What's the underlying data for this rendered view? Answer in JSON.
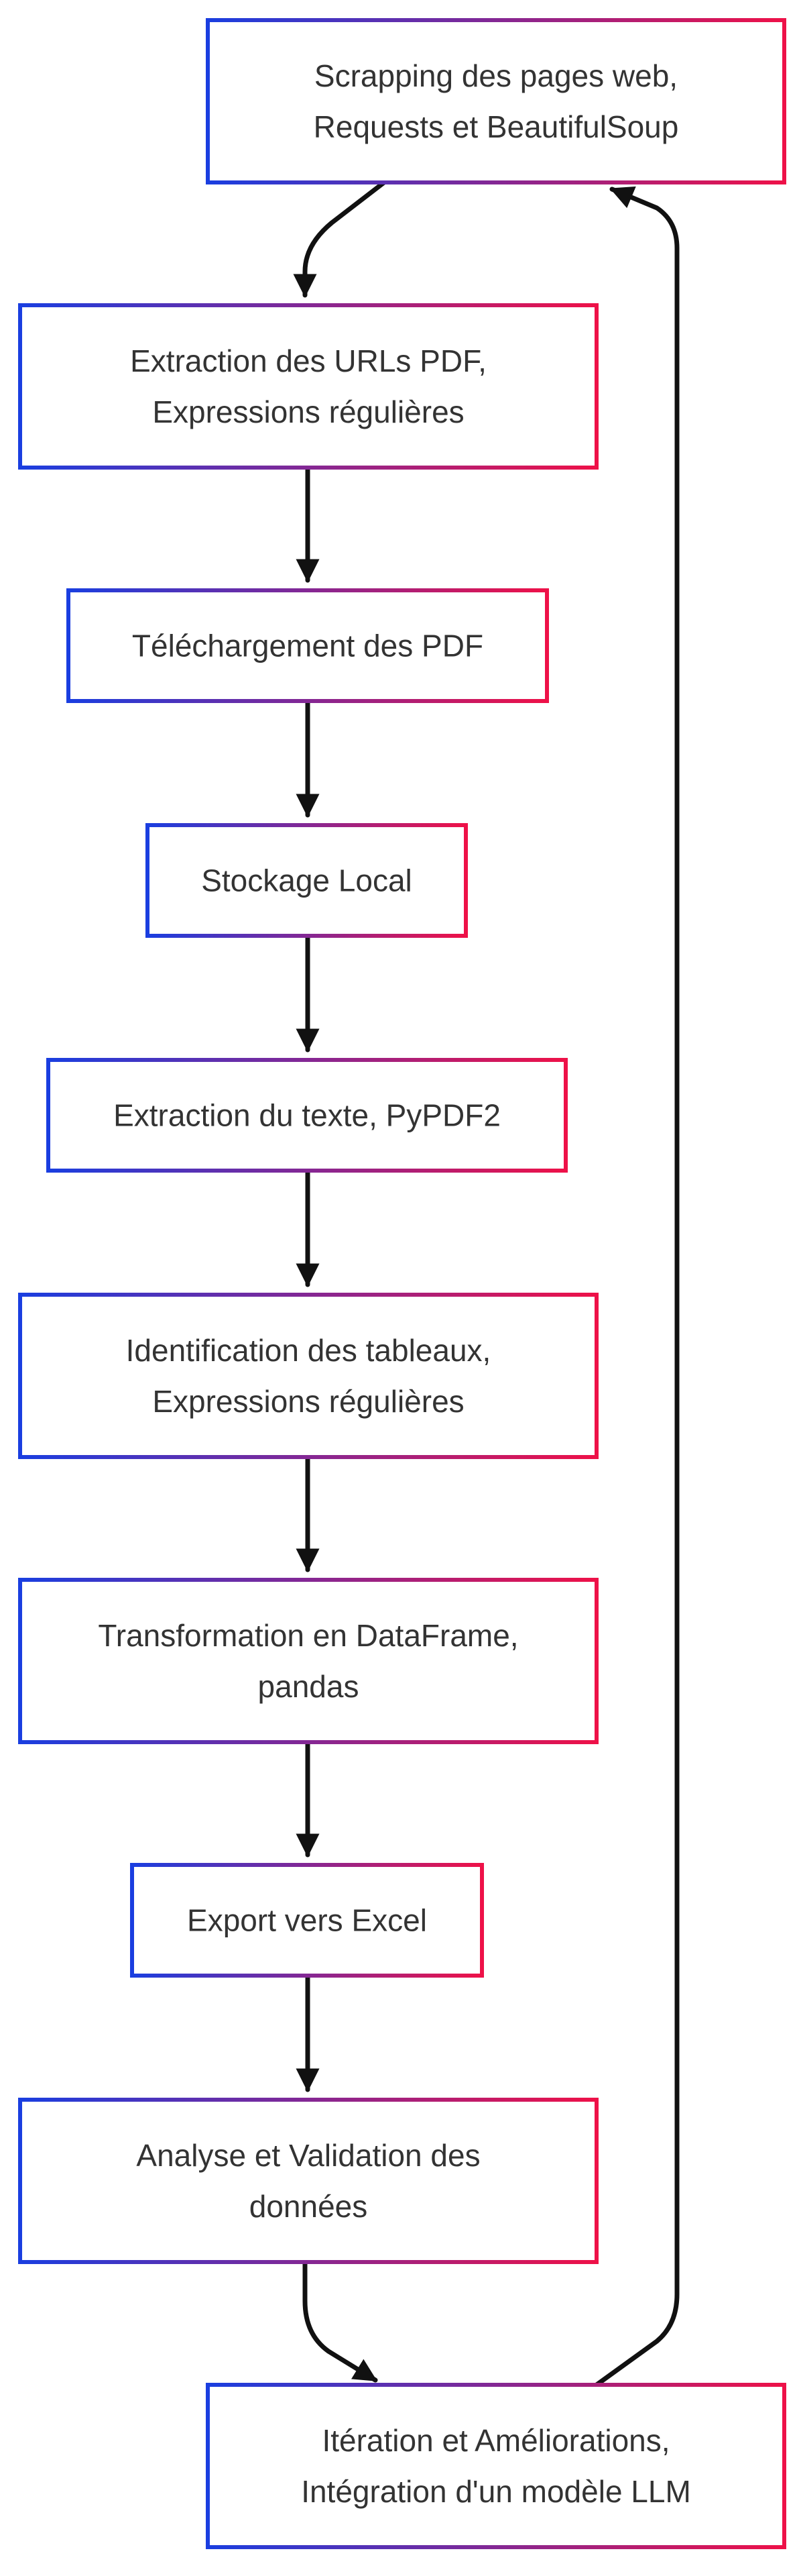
{
  "flowchart": {
    "nodes": [
      {
        "id": "n1",
        "lines": [
          "Scrapping des pages web,",
          "Requests et BeautifulSoup"
        ]
      },
      {
        "id": "n2",
        "lines": [
          "Extraction des URLs PDF,",
          "Expressions régulières"
        ]
      },
      {
        "id": "n3",
        "lines": [
          "Téléchargement des PDF"
        ]
      },
      {
        "id": "n4",
        "lines": [
          "Stockage Local"
        ]
      },
      {
        "id": "n5",
        "lines": [
          "Extraction du texte, PyPDF2"
        ]
      },
      {
        "id": "n6",
        "lines": [
          "Identification des tableaux,",
          "Expressions régulières"
        ]
      },
      {
        "id": "n7",
        "lines": [
          "Transformation en DataFrame,",
          "pandas"
        ]
      },
      {
        "id": "n8",
        "lines": [
          "Export vers Excel"
        ]
      },
      {
        "id": "n9",
        "lines": [
          "Analyse et Validation des",
          "données"
        ]
      },
      {
        "id": "n10",
        "lines": [
          "Itération et Améliorations,",
          "Intégration d'un modèle LLM"
        ]
      }
    ],
    "edges": [
      {
        "from": "n1",
        "to": "n2"
      },
      {
        "from": "n2",
        "to": "n3"
      },
      {
        "from": "n3",
        "to": "n4"
      },
      {
        "from": "n4",
        "to": "n5"
      },
      {
        "from": "n5",
        "to": "n6"
      },
      {
        "from": "n6",
        "to": "n7"
      },
      {
        "from": "n7",
        "to": "n8"
      },
      {
        "from": "n8",
        "to": "n9"
      },
      {
        "from": "n9",
        "to": "n10"
      },
      {
        "from": "n10",
        "to": "n1"
      }
    ],
    "style": {
      "border_gradient_start": "#1a3ee0",
      "border_gradient_end": "#ee1148",
      "text_color": "#333333",
      "edge_color": "#111111",
      "background": "#ffffff"
    }
  }
}
